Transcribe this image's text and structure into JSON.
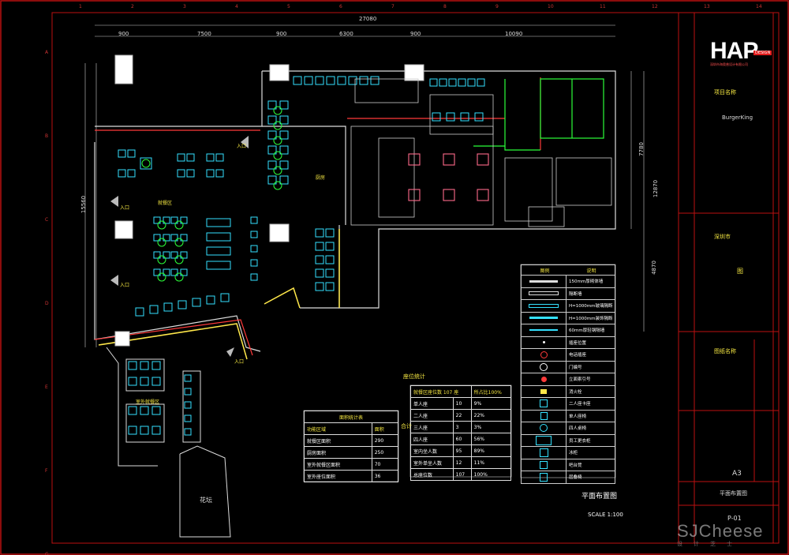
{
  "title_block": {
    "logo_text": "HAP",
    "logo_badge": "DESIGN",
    "company_line": "深圳市海奥普设计有限公司",
    "project_label": "项目名称",
    "project_name": "BurgerKing",
    "drawing_title_label": "图纸名称",
    "drawing_title": "平面布置图",
    "scale_text": "SCALE 1:100",
    "sheet_size": "A3",
    "sheet_number": "P-01",
    "small_note": "图",
    "client_line": "深圳市"
  },
  "dimensions": {
    "overall": "27080",
    "segments": [
      "900",
      "7500",
      "900",
      "6300",
      "900",
      "10090"
    ],
    "left_height": "15560",
    "right_a": "7780",
    "right_b": "12870",
    "right_c": "4870"
  },
  "grid": {
    "numbers": [
      "1",
      "2",
      "3",
      "4",
      "5",
      "6",
      "7",
      "8",
      "9",
      "10",
      "11",
      "12",
      "13",
      "14"
    ],
    "letters": [
      "A",
      "B",
      "C",
      "D",
      "E",
      "F",
      "G"
    ]
  },
  "plan_labels": {
    "entrance": "入口",
    "garden": "花坛",
    "kitchen": "厨房",
    "dining": "就餐区",
    "outdoor": "室外就餐区"
  },
  "plan_title": "平面布置图",
  "seat_table": {
    "title": "座位统计",
    "header": [
      "就餐区座位数 107 座",
      "所占比100%"
    ],
    "rows": [
      [
        "单人座",
        "10",
        "9%"
      ],
      [
        "二人座",
        "22",
        "22%"
      ],
      [
        "三人座",
        "3",
        "3%"
      ],
      [
        "四人座",
        "60",
        "56%"
      ],
      [
        "室内坐人数",
        "95",
        "89%"
      ],
      [
        "室外单坐人数",
        "12",
        "11%"
      ],
      [
        "总座位数",
        "107",
        "100%"
      ]
    ],
    "side_label": "合计"
  },
  "area_table": {
    "title": "面积统计表",
    "header": [
      "功能区域",
      "面积"
    ],
    "rows": [
      [
        "就餐区面积",
        "290"
      ],
      [
        "厨房面积",
        "250"
      ],
      [
        "室外就餐区面积",
        "70"
      ],
      [
        "室外座位面积",
        "36"
      ]
    ]
  },
  "legend": {
    "header": [
      "图例",
      "说明"
    ],
    "items": [
      {
        "desc": "150mm厚砌体墙",
        "sym": "wall"
      },
      {
        "desc": "隔断墙",
        "sym": "thin"
      },
      {
        "desc": "H=1000mm玻璃隔断",
        "sym": "glass"
      },
      {
        "desc": "H=1000mm装饰隔断",
        "sym": "deco"
      },
      {
        "desc": "60mm厚轻钢隔墙",
        "sym": "cyan"
      },
      {
        "desc": "插座位置",
        "sym": "dot"
      },
      {
        "desc": "电话插座",
        "sym": "circle"
      },
      {
        "desc": "门编号",
        "sym": "circle2"
      },
      {
        "desc": "立面索引号",
        "sym": "red"
      },
      {
        "desc": "消火栓",
        "sym": "yellow"
      },
      {
        "desc": "二人座卡座",
        "sym": "sq"
      },
      {
        "desc": "单人座椅",
        "sym": "sq2"
      },
      {
        "desc": "四人桌椅",
        "sym": "table"
      },
      {
        "desc": "员工更衣柜",
        "sym": "box"
      },
      {
        "desc": "冰柜",
        "sym": "sq3"
      },
      {
        "desc": "吧台凳",
        "sym": "sq4"
      },
      {
        "desc": "层叠椅",
        "sym": "sq5"
      }
    ]
  },
  "watermark": {
    "text": "SJCheese",
    "sub": "设计芝士"
  },
  "colors": {
    "cyan": "#34e1ff",
    "green": "#2bff3a",
    "red": "#ff3a3a",
    "yellow": "#ffe84a",
    "white": "#ffffff"
  }
}
